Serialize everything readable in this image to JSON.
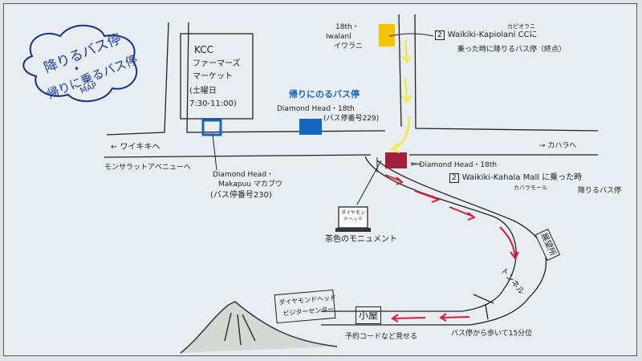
{
  "title": {
    "line1": "降りるバス停",
    "dot": "•",
    "line2": "帰りに乗るバス停",
    "line3": "MAP"
  },
  "kcc": {
    "name": "KCC",
    "line1": "ファーマーズ",
    "line2": "マーケット",
    "day": "(土曜日",
    "hours": "7:30-11:00)"
  },
  "return_stop": {
    "heading": "帰りにのるバス停",
    "name": "Diamond Head・18th",
    "number": "(バス停番号229)"
  },
  "iwalani_stop": {
    "line1": "18th・",
    "line2": "Iwalani",
    "line3": "イワラニ"
  },
  "kapiolani_note": {
    "reading": "カピオラニ",
    "route": "2",
    "line1": "Waikiki-Kapiolani CCに",
    "line2": "乗った時に降りるバス停（終点）"
  },
  "directions": {
    "kahala": "→ カハラへ",
    "waikiki": "← ワイキキへ",
    "monsarrat": "モンサラットアベニューへ"
  },
  "makapuu_stop": {
    "line1": "Diamond Head・",
    "line2": "Makapuu マカプウ",
    "number": "(バス停番号230)"
  },
  "dh18_stop": {
    "name": "← Diamond Head・18th",
    "route": "2",
    "line1": "Waikiki-Kahala Mall に乗った時",
    "reading": "カハラモール",
    "line2": "降りるバス停"
  },
  "monument": {
    "sign": "ダイヤモンドヘッド",
    "label": "茶色のモニュメント"
  },
  "lookout": "展望所",
  "tunnel": "トンネル",
  "hut": {
    "label": "小屋",
    "note": "予約コードなど見せる"
  },
  "walk_note": "バス停から歩いて15分位",
  "visitor_center": {
    "line1": "ダイヤモンドヘッド",
    "line2": "ビジターセンター"
  },
  "colors": {
    "yellow_stop": "#f2c500",
    "red_stop": "#a3203a",
    "blue_stop": "#1565c0",
    "arrow_red": "#d81b3c",
    "arrow_yellow": "#f5e94a"
  }
}
